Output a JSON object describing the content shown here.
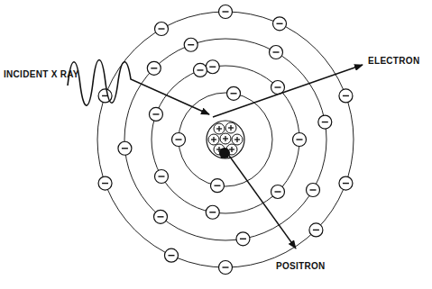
{
  "diagram": {
    "labels": [
      "INCIDENT X RAY",
      "ELECTRON",
      "POSITRON"
    ]
  }
}
